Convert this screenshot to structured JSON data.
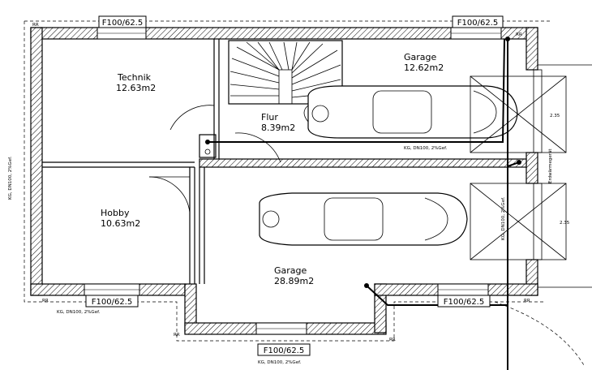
{
  "rooms": {
    "technik": {
      "name": "Technik",
      "area": "12.63m2"
    },
    "flur": {
      "name": "Flur",
      "area": "8.39m2"
    },
    "garage_small": {
      "name": "Garage",
      "area": "12.62m2"
    },
    "hobby": {
      "name": "Hobby",
      "area": "10.63m2"
    },
    "garage_large": {
      "name": "Garage",
      "area": "28.89m2"
    }
  },
  "windows": {
    "top_left": "F100/62.5",
    "top_right": "F100/62.5",
    "bottom_left": "F100/62.5",
    "bottom_right": "F100/62.5",
    "bottom_center": "F100/62.5"
  },
  "annotations": {
    "rr_top_left": "RR",
    "rr_top_right": "RR",
    "rr_bottom_left": "RR",
    "rr_bay_left": "RR",
    "rr_bay_right": "RR",
    "rr_bottom_right": "RR",
    "pipe_left_vertical": "KG, DN100, 2%Gef.",
    "pipe_bottom_left": "KG, DN100, 2%Gef.",
    "pipe_bottom_center": "KG, DN100, 2%Gef.",
    "pipe_garage_upper": "KG, DN100, 2%Gef.",
    "pipe_right_vertical": "KG, DN100, 2%Gef.",
    "ground_label": "Erdwärmegerät",
    "dim_upper": "2.35",
    "dim_lower": "2.35"
  }
}
